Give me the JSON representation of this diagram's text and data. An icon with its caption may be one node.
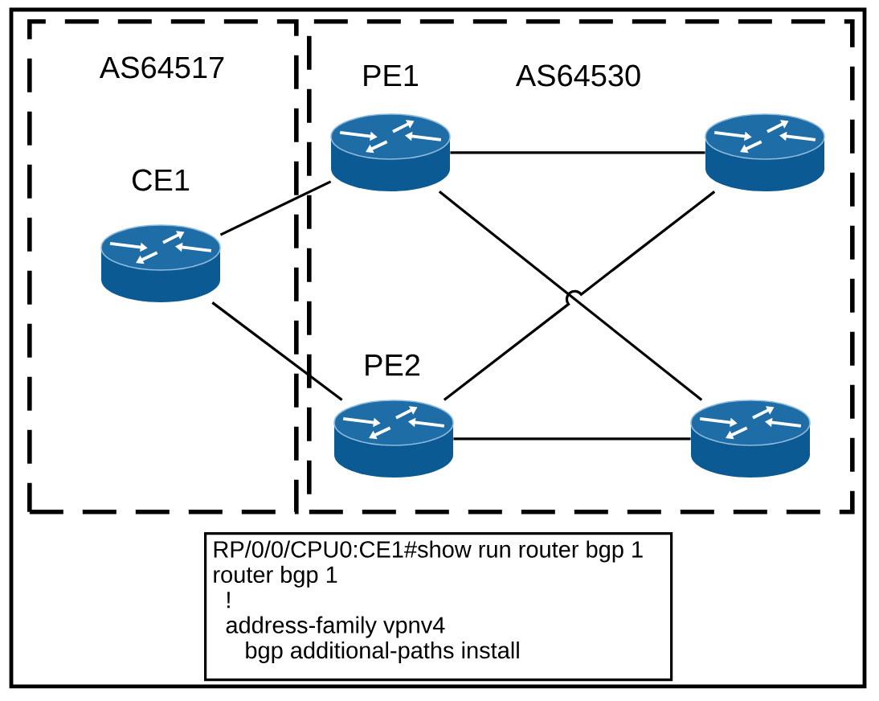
{
  "diagram": {
    "nodes": [
      {
        "text": [
          "AS64517"
        ]
      },
      {
        "text": [
          "CE1"
        ],
        "in": 0
      },
      {
        "text": [
          "AS64530"
        ]
      },
      {
        "text": [
          "PE1"
        ],
        "in": 2
      },
      {
        "text": [],
        "shape": "picture",
        "in": 2
      },
      {
        "text": [
          "PE2"
        ],
        "in": 2
      },
      {
        "text": [],
        "shape": "picture",
        "in": 2
      },
      {
        "text": [
          "RP/0/0/CPU0:CE1#show run router bgp 1",
          "router bgp 1",
          "!",
          "address-family vpnv4",
          "bgp additional-paths install"
        ]
      }
    ],
    "edges": [
      {
        "from": 1,
        "to": 3,
        "arrow": "none"
      },
      {
        "from": 1,
        "to": 5,
        "arrow": "none"
      },
      {
        "from": 3,
        "to": 4,
        "arrow": "none"
      },
      {
        "from": 3,
        "to": 6,
        "arrow": "none"
      },
      {
        "from": 5,
        "to": 4,
        "arrow": "none"
      },
      {
        "from": 5,
        "to": 6,
        "arrow": "none"
      }
    ]
  }
}
